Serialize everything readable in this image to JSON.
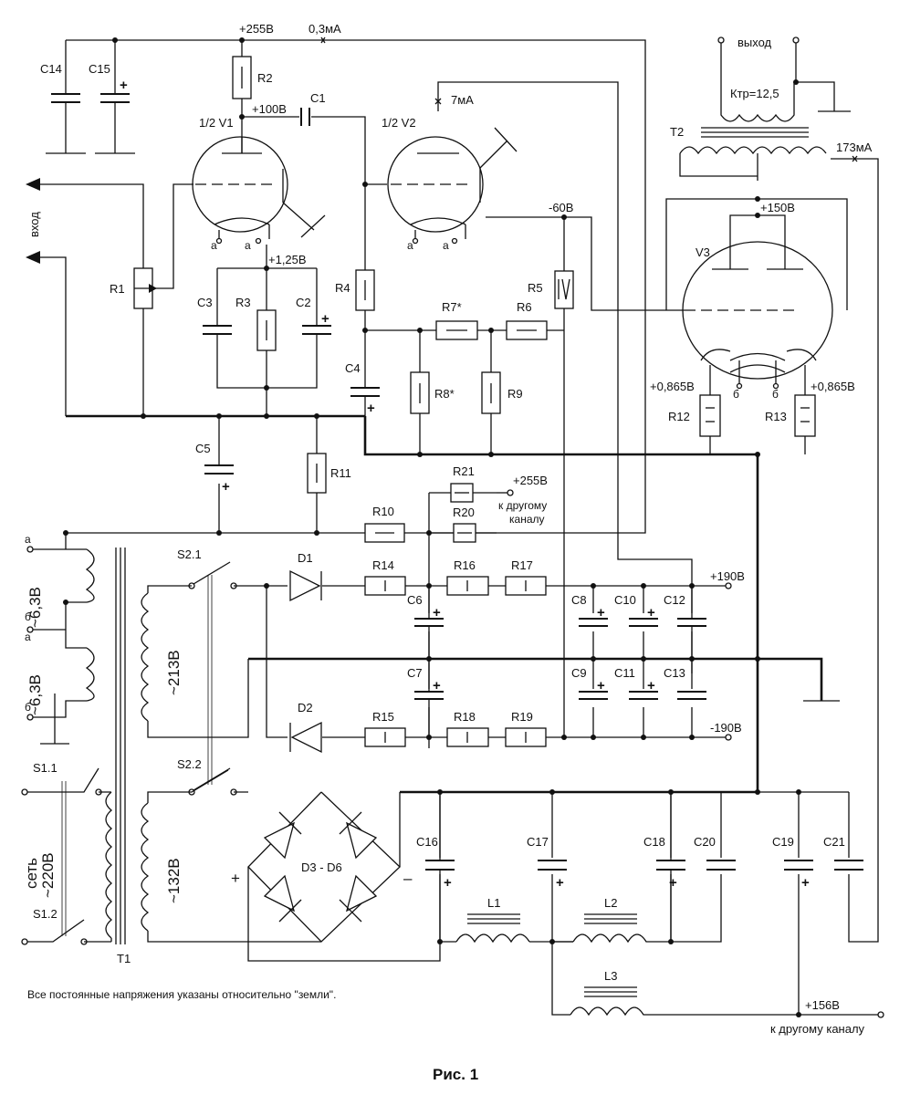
{
  "labels": {
    "v255_top": "+255В",
    "ma03": "0,3мА",
    "v100": "+100В",
    "v125": "+1,25В",
    "v60": "-60В",
    "ma7": "7мА",
    "v150": "+150В",
    "ma173": "173мА",
    "v0865l": "+0,865В",
    "v0865r": "+0,865В",
    "v255_r21": "+255В",
    "to_other1": "к другому",
    "to_other2": "каналу",
    "v190p": "+190В",
    "v190n": "-190В",
    "v156": "+156В",
    "to_other_ch": "к другому каналу",
    "out": "выход",
    "ktr": "Ктр=12,5",
    "in": "вход",
    "fil1": "~6,3В",
    "fil2": "~6,3В",
    "sec213": "~213В",
    "sec132": "~132В",
    "mains1": "сеть",
    "mains2": "~220В",
    "plus_br": "+",
    "minus_br": "–",
    "pin_a": "а",
    "pin_b": "б",
    "note": "Все постоянные напряжения указаны относительно \"земли\".",
    "caption": "Рис. 1"
  },
  "components": {
    "C14": "C14",
    "C15": "C15",
    "R2": "R2",
    "C1": "C1",
    "V1": "1/2 V1",
    "V2": "1/2 V2",
    "R1": "R1",
    "C3": "C3",
    "R3": "R3",
    "C2": "C2",
    "R4": "R4",
    "C4": "C4",
    "R5": "R5",
    "R7": "R7*",
    "R6": "R6",
    "R8": "R8*",
    "R9": "R9",
    "V3": "V3",
    "T2": "T2",
    "R12": "R12",
    "R13": "R13",
    "C5": "C5",
    "R11": "R11",
    "R21": "R21",
    "R10": "R10",
    "R20": "R20",
    "S21": "S2.1",
    "D1": "D1",
    "R14": "R14",
    "R16": "R16",
    "R17": "R17",
    "C6": "C6",
    "C8": "C8",
    "C10": "C10",
    "C12": "C12",
    "C7": "C7",
    "C9": "C9",
    "C11": "C11",
    "C13": "C13",
    "D2": "D2",
    "R15": "R15",
    "R18": "R18",
    "R19": "R19",
    "S11": "S1.1",
    "S12": "S1.2",
    "S22": "S2.2",
    "T1": "T1",
    "D36": "D3 - D6",
    "C16": "C16",
    "C17": "C17",
    "C18": "C18",
    "C20": "C20",
    "C19": "C19",
    "C21": "C21",
    "L1": "L1",
    "L2": "L2",
    "L3": "L3"
  }
}
